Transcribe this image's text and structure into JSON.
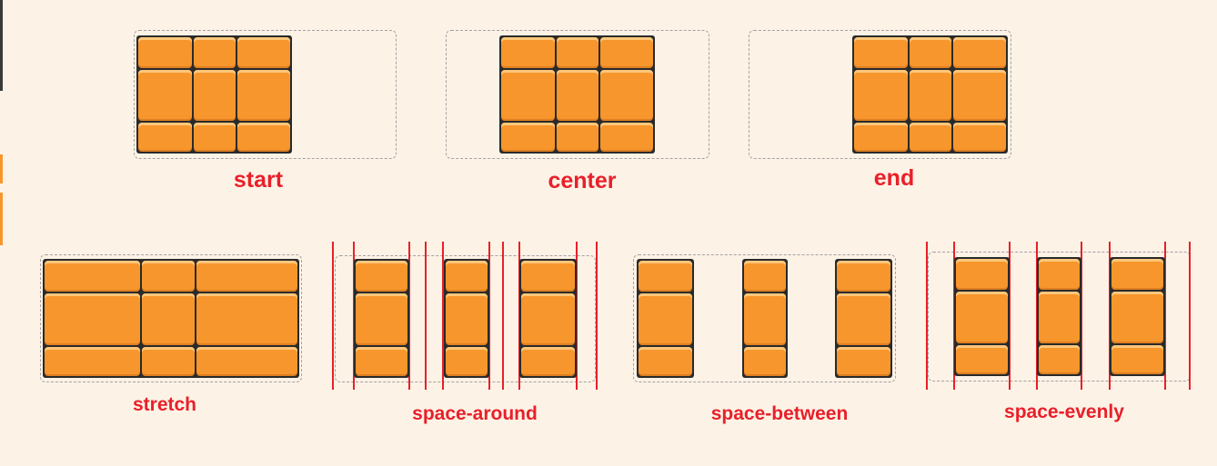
{
  "labels": {
    "start": "start",
    "center": "center",
    "end": "end",
    "stretch": "stretch",
    "space_around": "space-around",
    "space_between": "space-between",
    "space_evenly": "space-evenly"
  },
  "colors": {
    "background": "#fdf2e6",
    "cell": "#f7962c",
    "grid_line": "#2a2a2a",
    "label": "#e8202a",
    "guide_line": "#e8202a",
    "panel_border": "#a3a3a3"
  }
}
